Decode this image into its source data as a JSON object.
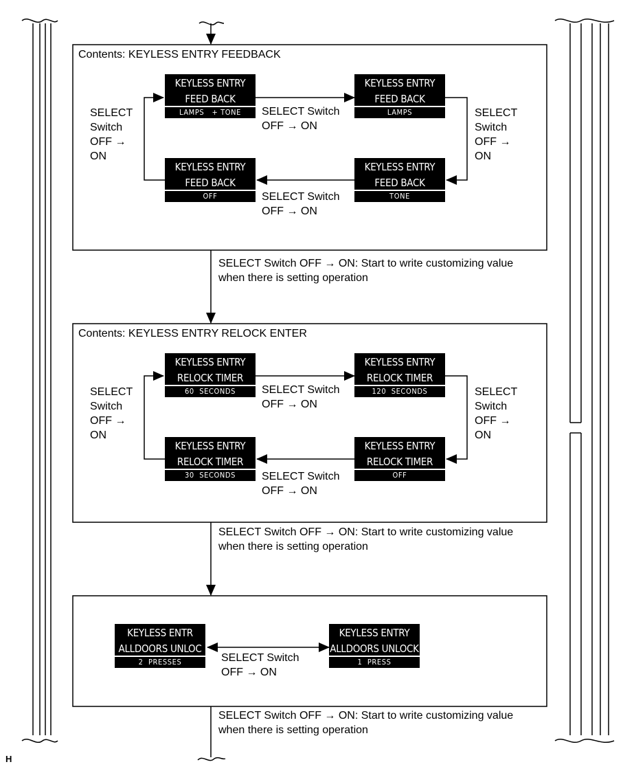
{
  "sections": [
    {
      "title": "Contents: KEYLESS ENTRY FEEDBACK",
      "displays": [
        {
          "line1": "KEYLESS ENTRY",
          "line2": "FEED  BACK",
          "value": "LAMPS   + TONE"
        },
        {
          "line1": "KEYLESS ENTRY",
          "line2": "FEED  BACK",
          "value": "LAMPS"
        },
        {
          "line1": "KEYLESS ENTRY",
          "line2": "FEED  BACK",
          "value": "TONE"
        },
        {
          "line1": "KEYLESS ENTRY",
          "line2": "FEED  BACK",
          "value": "OFF"
        }
      ]
    },
    {
      "title": "Contents: KEYLESS ENTRY RELOCK ENTER",
      "displays": [
        {
          "line1": "KEYLESS ENTRY",
          "line2": "RELOCK TIMER",
          "value": "60  SECONDS"
        },
        {
          "line1": "KEYLESS ENTRY",
          "line2": "RELOCK TIMER",
          "value": "120  SECONDS"
        },
        {
          "line1": "KEYLESS ENTRY",
          "line2": "RELOCK TIMER",
          "value": "OFF"
        },
        {
          "line1": "KEYLESS ENTRY",
          "line2": "RELOCK TIMER",
          "value": "30  SECONDS"
        }
      ]
    },
    {
      "title": "",
      "displays": [
        {
          "line1": "KEYLESS ENTR",
          "line2": "ALLDOORS UNLOC",
          "value": "2  PRESSES"
        },
        {
          "line1": "KEYLESS ENTRY",
          "line2": "ALLDOORS UNLOCK",
          "value": "1  PRESS"
        }
      ]
    }
  ],
  "labels": {
    "select_switch": "SELECT Switch",
    "off_on": "OFF → ON",
    "select": "SELECT",
    "switch": "Switch",
    "off_arrow": "OFF →",
    "on": "ON",
    "note_line1": "SELECT Switch OFF → ON: Start to write customizing value",
    "note_line2": "when there is setting operation"
  },
  "footer_code": "H"
}
